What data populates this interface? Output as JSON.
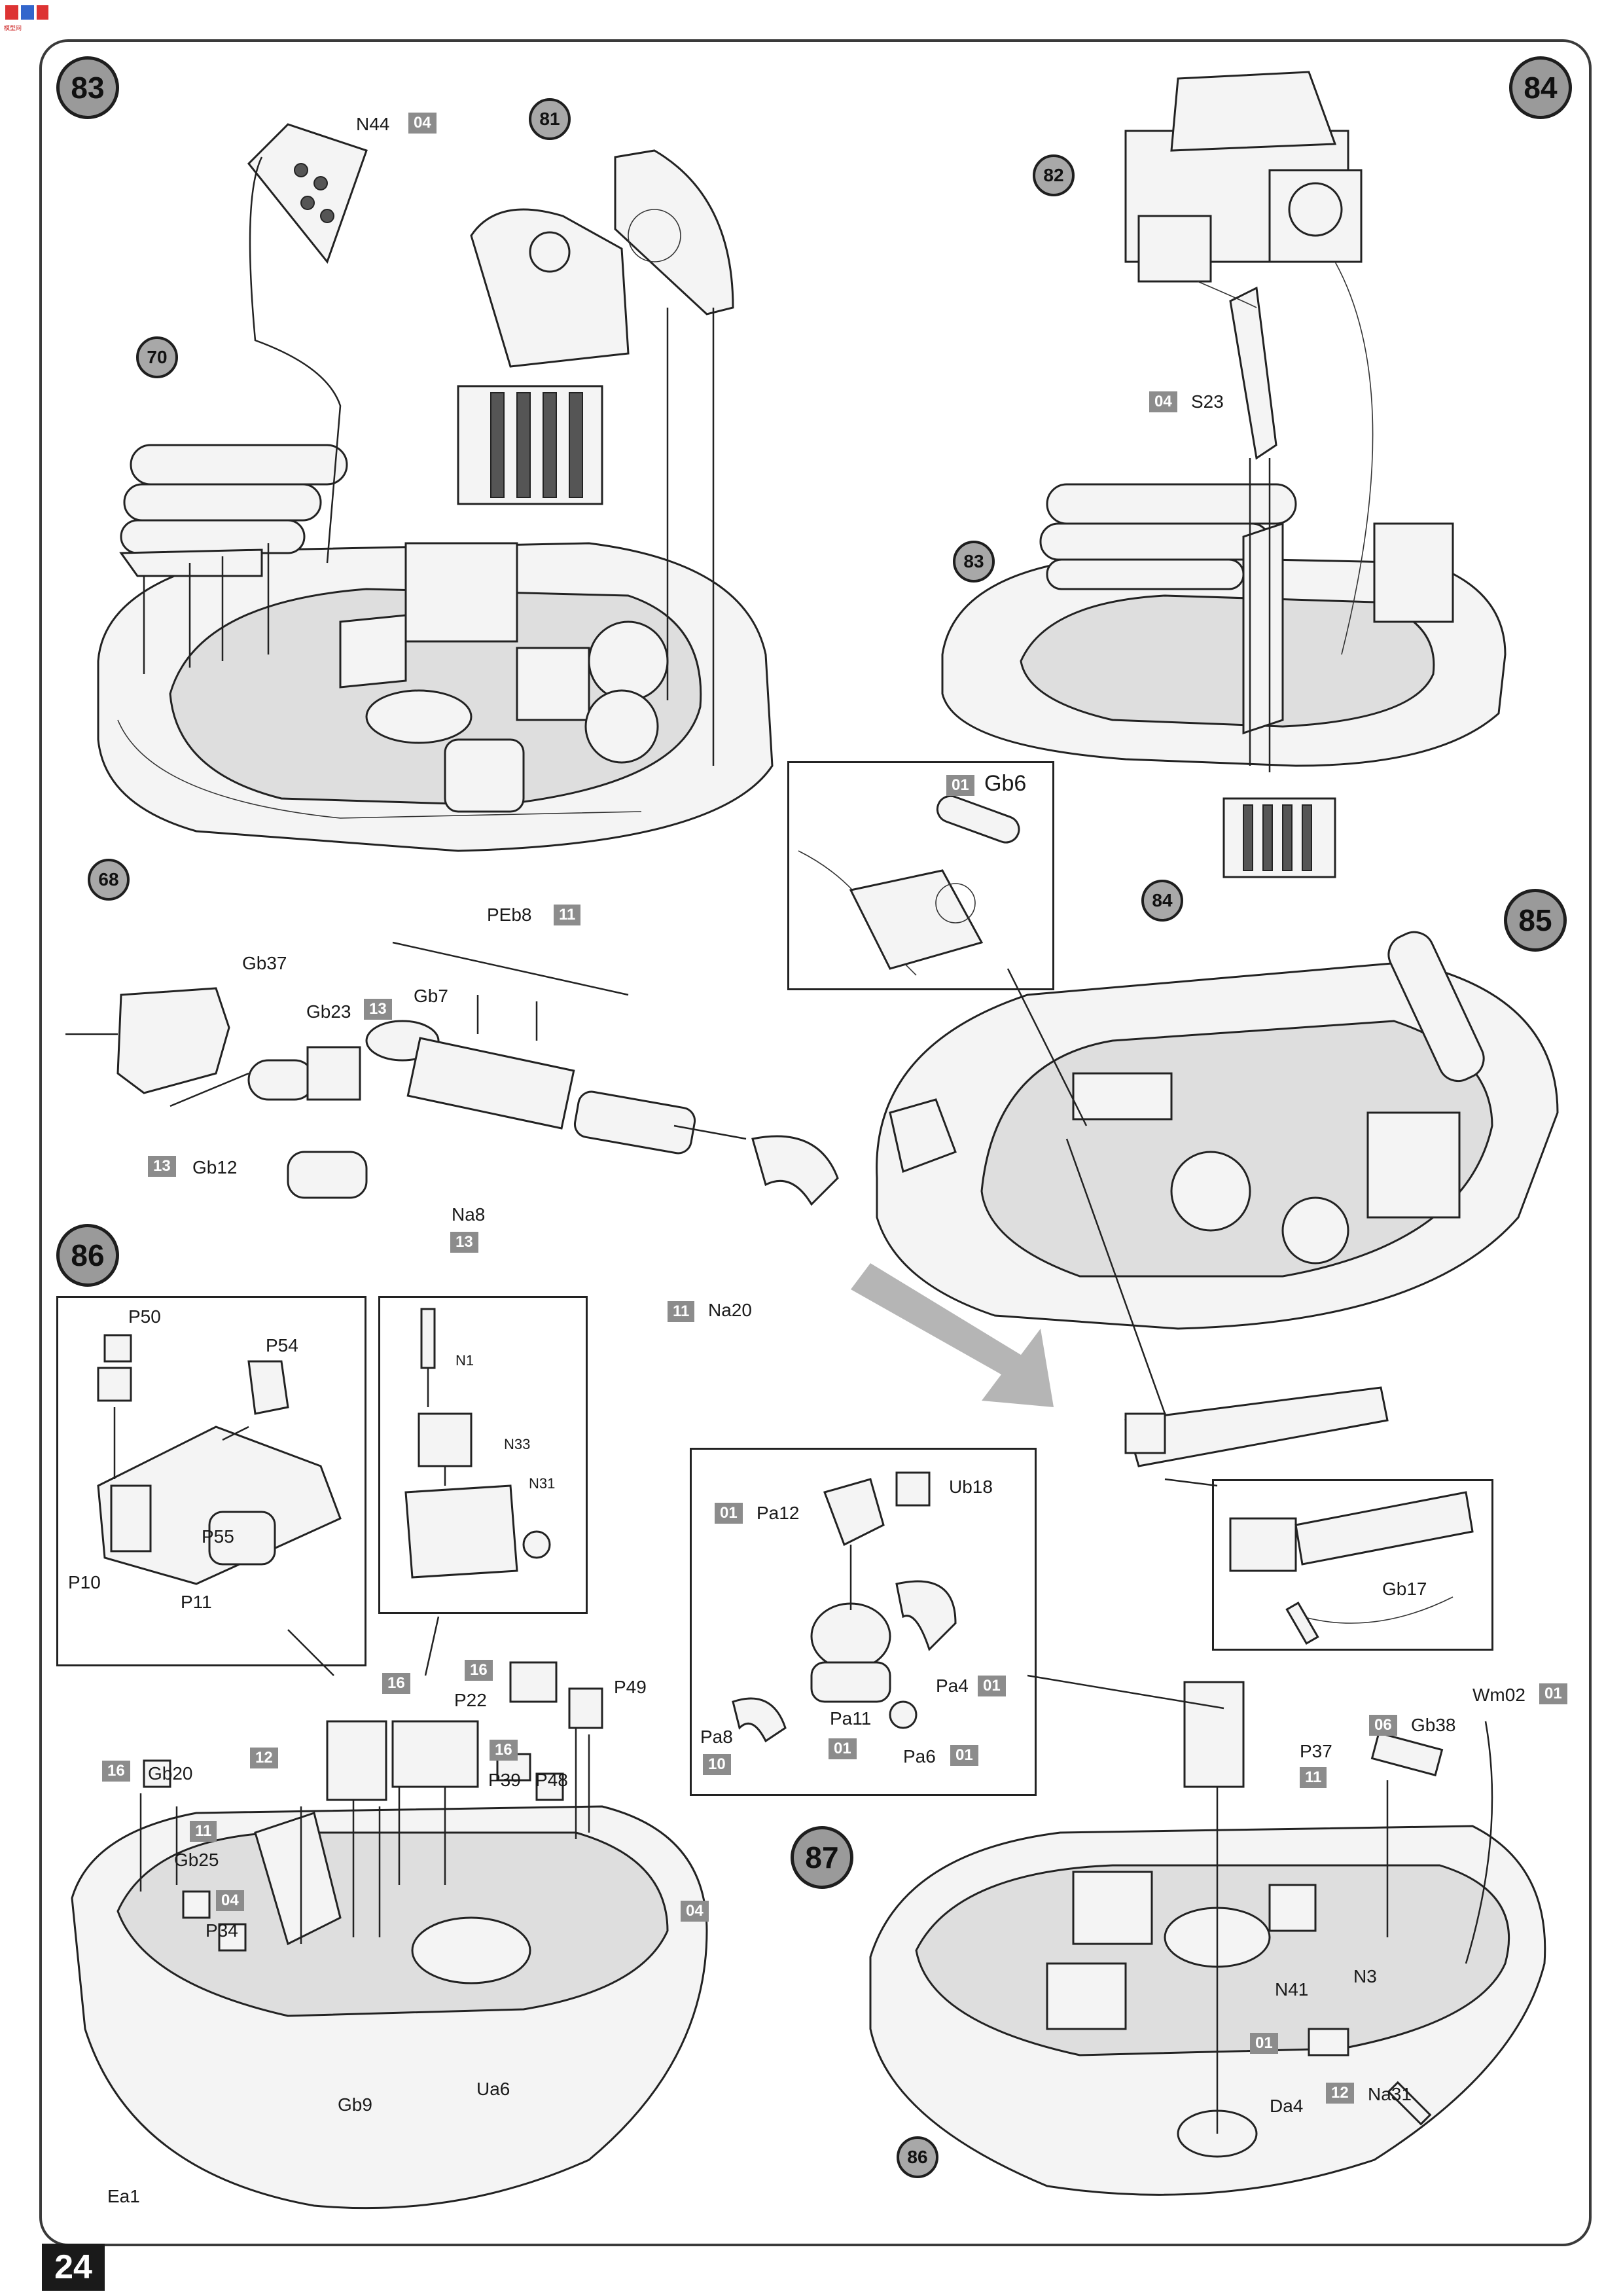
{
  "page": {
    "number": "24",
    "logo_text": "模型网"
  },
  "steps": [
    {
      "id": "s83",
      "number": "83"
    },
    {
      "id": "s84",
      "number": "84"
    },
    {
      "id": "s85",
      "number": "85"
    },
    {
      "id": "s86",
      "number": "86"
    },
    {
      "id": "s87",
      "number": "87"
    }
  ],
  "subassemblies": {
    "r81": "81",
    "r70": "70",
    "r68": "68",
    "r82": "82",
    "r83": "83",
    "r84": "84",
    "r86": "86"
  },
  "labels": {
    "N44": "N44",
    "S23": "S23",
    "Gb6": "Gb6",
    "PEb8": "PEb8",
    "Gb37": "Gb37",
    "Gb7": "Gb7",
    "Gb23": "Gb23",
    "Gb12": "Gb12",
    "Na8": "Na8",
    "Na20": "Na20",
    "P50": "P50",
    "P54": "P54",
    "P55": "P55",
    "P10": "P10",
    "P11": "P11",
    "N1": "N1",
    "N33": "N33",
    "N31": "N31",
    "Ub18": "Ub18",
    "Pa12": "Pa12",
    "Pa4": "Pa4",
    "Pa11": "Pa11",
    "Pa8": "Pa8",
    "Pa6": "Pa6",
    "Gb17": "Gb17",
    "P22": "P22",
    "P49": "P49",
    "P39": "P39",
    "P48": "P48",
    "Gb20": "Gb20",
    "Gb25": "Gb25",
    "P34": "P34",
    "Gb9": "Gb9",
    "Ua6": "Ua6",
    "Ea1": "Ea1",
    "Wm02": "Wm02",
    "Gb38": "Gb38",
    "P37": "P37",
    "N41": "N41",
    "N3": "N3",
    "Da4": "Da4",
    "Na31": "Na31"
  },
  "sprue_codes": {
    "c_N44": "04",
    "c_S23": "04",
    "c_Gb6": "01",
    "c_PEb8": "11",
    "c_Gb23": "13",
    "c_Gb12": "13",
    "c_Na8": "13",
    "c_Na20": "11",
    "c_Pa12": "01",
    "c_Pa4": "01",
    "c_Pa11": "01",
    "c_Pa8": "10",
    "c_Pa6": "01",
    "c_12": "12",
    "c_16a": "16",
    "c_16b": "16",
    "c_16c": "16",
    "c_Gb20": "16",
    "c_11": "11",
    "c_P34": "04",
    "c_bowl": "04",
    "c_Wm02": "01",
    "c_Gb38": "06",
    "c_P37": "11",
    "c_N3": "01",
    "c_Na31": "12"
  },
  "colors": {
    "frame": "#3a3a3a",
    "step_fill": "#9a9a9a",
    "code_fill": "#8c8c8c",
    "arrow": "#aaaaaa"
  }
}
